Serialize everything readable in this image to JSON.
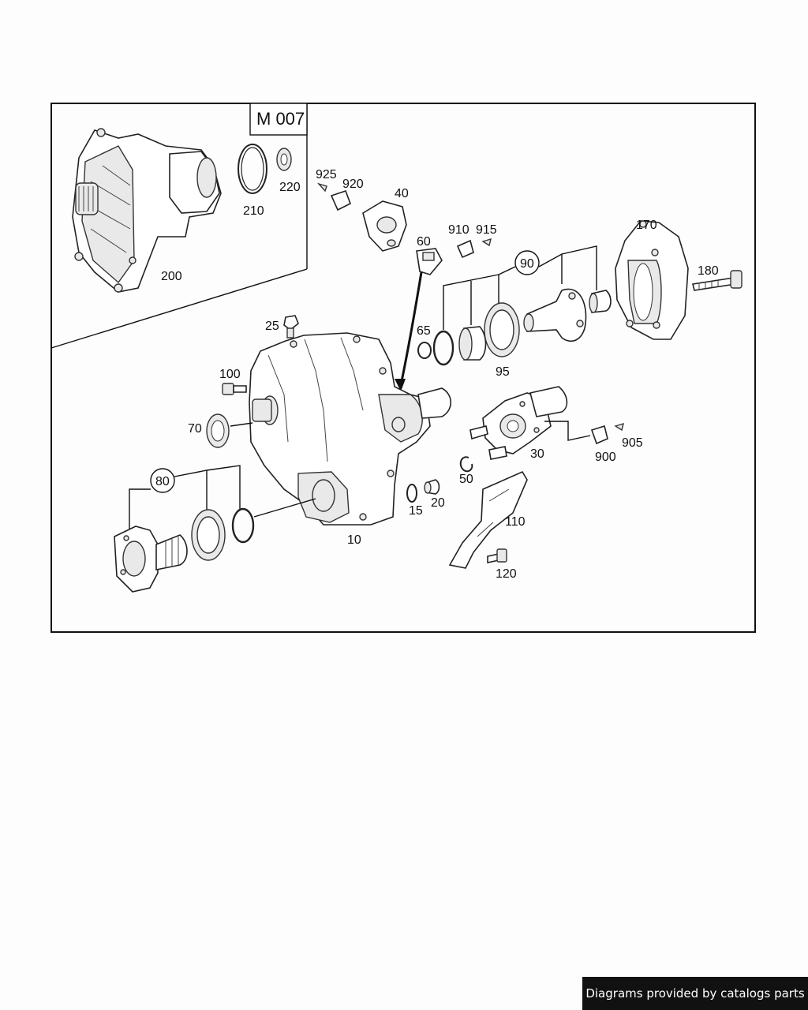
{
  "diagram": {
    "reference": "M 007",
    "callouts": {
      "p10": "10",
      "p15": "15",
      "p20": "20",
      "p25": "25",
      "p30": "30",
      "p40": "40",
      "p50": "50",
      "p60": "60",
      "p65": "65",
      "p70": "70",
      "p80": "80",
      "p90": "90",
      "p95": "95",
      "p100": "100",
      "p110": "110",
      "p120": "120",
      "p170": "170",
      "p180": "180",
      "p200": "200",
      "p210": "210",
      "p220": "220",
      "p900": "900",
      "p905": "905",
      "p910": "910",
      "p915": "915",
      "p920": "920",
      "p925": "925"
    }
  },
  "footer": {
    "credit": "Diagrams provided by catalogs parts"
  }
}
